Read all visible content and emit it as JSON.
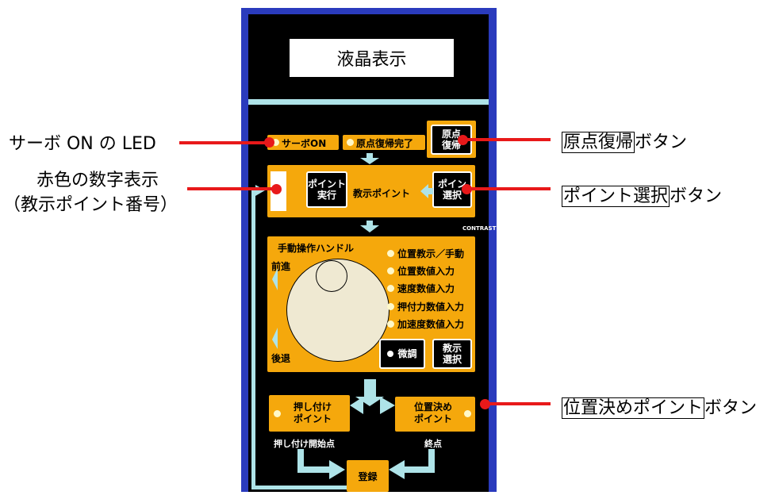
{
  "device": {
    "lcd_label": "液晶表示",
    "servo_led_label": "サーボON",
    "home_complete_label": "原点復帰完了",
    "home_button": [
      "原点",
      "復帰"
    ],
    "point_exec_button": [
      "ポイント",
      "実行"
    ],
    "teach_point_label": "教示ポイント",
    "point_select_button": [
      "ポイン",
      "選択"
    ],
    "contrast_label": "CONTRAST",
    "handle_title": "手動操作ハンドル",
    "forward_label": "前進",
    "backward_label": "後退",
    "mode_items": [
      "位置教示／手動",
      "位置数値入力",
      "速度数値入力",
      "押付力数値入力",
      "加速度数値入力"
    ],
    "fine_adjust_label": "微調",
    "teach_select_button": [
      "教示",
      "選択"
    ],
    "push_point_button": [
      "押し付け",
      "ポイント"
    ],
    "position_point_button": [
      "位置決め",
      "ポイント"
    ],
    "push_start_label": "押し付け開始点",
    "end_point_label": "終点",
    "register_button": "登録"
  },
  "annotations": {
    "servo_led": "サーボ ON の LED",
    "red_digit_line1": "赤色の数字表示",
    "red_digit_line2": "（教示ポイント番号）",
    "home_btn_boxed": "原点復帰",
    "home_btn_suffix": "ボタン",
    "point_select_boxed": "ポイント選択",
    "point_select_suffix": "ボタン",
    "position_point_boxed": "位置決めポイント",
    "position_point_suffix": "ボタン"
  },
  "colors": {
    "device_frame": "#2a3bbd",
    "panel": "#000000",
    "accent_orange": "#f5a80c",
    "arrow_cyan": "#aee3e8",
    "annotation_red": "#e8191a"
  }
}
